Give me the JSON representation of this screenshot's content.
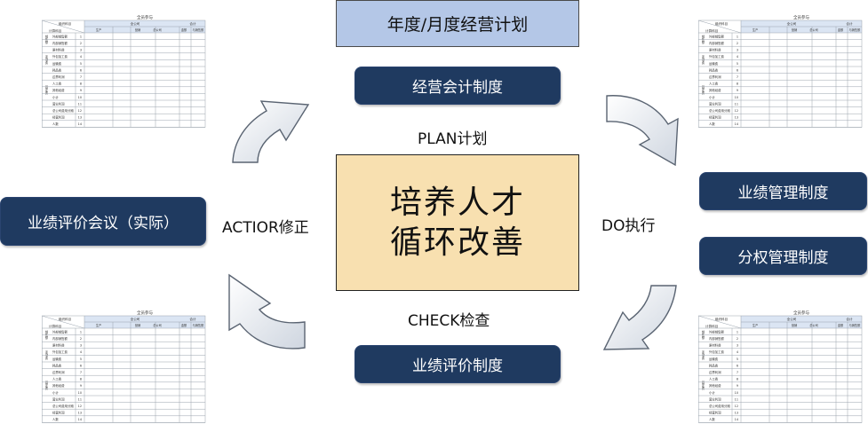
{
  "top_box": "年度/月度经营计划",
  "boxes": {
    "accounting": "经营会计制度",
    "performance_mgmt": "业绩管理制度",
    "authority_mgmt": "分权管理制度",
    "performance_eval": "业绩评价制度",
    "meeting": "业绩评价会议（实际）"
  },
  "center": {
    "line1": "培养人才",
    "line2": "循环改善"
  },
  "labels": {
    "plan": "PLAN计划",
    "do": "DO执行",
    "check": "CHECK检查",
    "act": "ACTIOR修正"
  },
  "colors": {
    "pill": "#1f3a60",
    "top_box": "#b4c7e7",
    "center": "#f8e0b0"
  },
  "table_thumb": {
    "title": "全员参与",
    "corner": "组织科目",
    "corner2": "计算科目",
    "group_main": "全公司",
    "group_sum": "合计",
    "subcols": [
      "生产",
      "营销",
      "总公司",
      "金额",
      "与销售额"
    ],
    "row_groups": [
      "销售额",
      "变动费",
      "固定费"
    ],
    "rows": [
      {
        "label": "外部销售额",
        "no": "1"
      },
      {
        "label": "内部销售额",
        "no": "2"
      },
      {
        "label": "原材料费",
        "no": "3"
      },
      {
        "label": "外包加工费",
        "no": "4"
      },
      {
        "label": "运输费",
        "no": "5"
      },
      {
        "label": "耗品费",
        "no": "6"
      },
      {
        "label": "边界利润",
        "no": "7"
      },
      {
        "label": "人工费",
        "no": "8"
      },
      {
        "label": "其他经费",
        "no": "9"
      },
      {
        "label": "小计",
        "no": "10"
      },
      {
        "label": "营业利润",
        "no": "11"
      },
      {
        "label": "总公司费用分摊",
        "no": "12"
      },
      {
        "label": "经营利润",
        "no": "13"
      },
      {
        "label": "人数",
        "no": "14"
      }
    ]
  }
}
